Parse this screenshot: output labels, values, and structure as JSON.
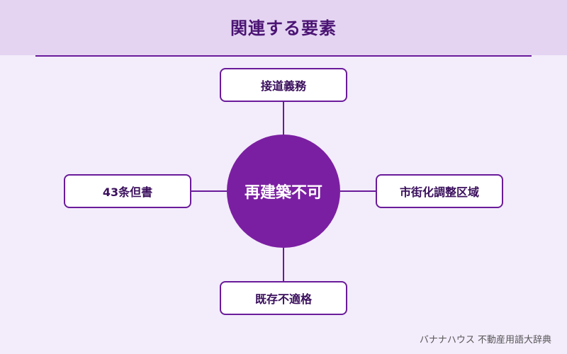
{
  "header": {
    "title": "関連する要素"
  },
  "diagram": {
    "center": "再建築不可",
    "nodes": {
      "top": "接道義務",
      "left": "43条但書",
      "right": "市街化調整区域",
      "bottom": "既存不適格"
    }
  },
  "footer": {
    "credit": "バナナハウス 不動産用語大辞典"
  },
  "colors": {
    "accent": "#6a1b9a",
    "center_fill": "#7b1fa2",
    "header_band": "#e4d4f2",
    "background": "#f3ecfb"
  }
}
